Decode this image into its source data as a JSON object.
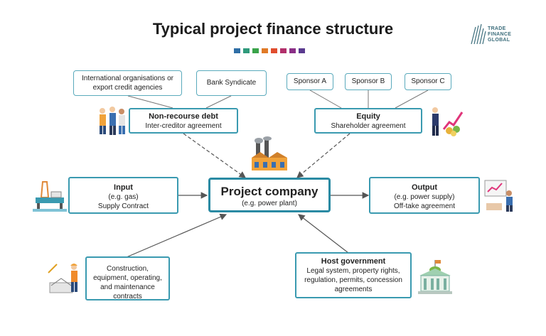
{
  "title": "Typical project finance structure",
  "swatch_colors": [
    "#2f6fa6",
    "#2f9a7b",
    "#3aa34a",
    "#e07a27",
    "#e04d2e",
    "#b2306b",
    "#8a2f87",
    "#5a3a8f"
  ],
  "logo": {
    "line1": "TRADE",
    "line2": "FINANCE",
    "line3": "GLOBAL",
    "color": "#3d6e7c"
  },
  "lenders": {
    "intl": "International organisations or export credit agencies",
    "bank": "Bank Syndicate"
  },
  "sponsors": [
    "Sponsor A",
    "Sponsor B",
    "Sponsor C"
  ],
  "debt": {
    "heading": "Non-recourse debt",
    "sub": "Inter-creditor agreement"
  },
  "equity": {
    "heading": "Equity",
    "sub": "Shareholder agreement"
  },
  "input": {
    "heading": "Input",
    "sub1": "(e.g. gas)",
    "sub2": "Supply Contract"
  },
  "project": {
    "heading": "Project company",
    "sub": "(e.g. power plant)"
  },
  "output": {
    "heading": "Output",
    "sub1": "(e.g. power supply)",
    "sub2": "Off-take agreement"
  },
  "construction": {
    "text": "Construction, equipment, operating, and maintenance contracts"
  },
  "host": {
    "heading": "Host government",
    "sub": "Legal system, property rights, regulation, permits, concession agreements"
  },
  "icons": [
    "team-meeting-icon",
    "investor-growth-icon",
    "factory-icon",
    "oil-rig-icon",
    "presentation-icon",
    "construction-worker-icon",
    "government-building-icon"
  ]
}
